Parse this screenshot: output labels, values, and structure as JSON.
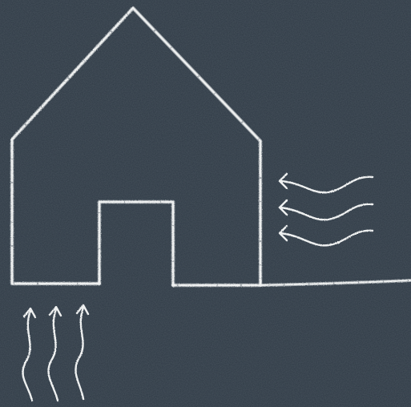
{
  "scene": {
    "background_color": "#2d3843",
    "chalk_color": "#eef0f0",
    "elements": {
      "house": "house-outline",
      "door": "door-outline",
      "ground": "ground-line",
      "wind_arrows": [
        "wind-arrow-icon",
        "wind-arrow-icon",
        "wind-arrow-icon"
      ],
      "heat_arrows": [
        "heat-arrow-icon",
        "heat-arrow-icon",
        "heat-arrow-icon"
      ]
    }
  }
}
